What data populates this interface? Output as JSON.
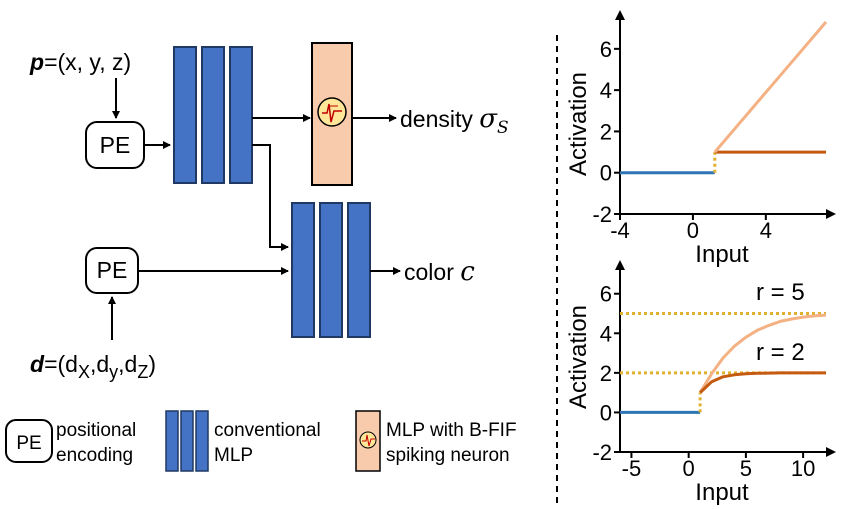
{
  "diagram": {
    "input_p": {
      "var": "p",
      "rest": "=(x, y, z)"
    },
    "input_d": {
      "var": "d",
      "rest": "=(d",
      "sub_x": "X",
      "comma1": ",d",
      "sub_y": "y",
      "comma2": ",d",
      "sub_z": "Z",
      "close": ")"
    },
    "pe_label": "PE",
    "output_density": {
      "text": "density ",
      "symbol": "σ",
      "sub": "S"
    },
    "output_color": {
      "text": "color ",
      "symbol": "c"
    }
  },
  "legend": {
    "pe_box": "PE",
    "pe_text_line1": "positional",
    "pe_text_line2": "encoding",
    "mlp_text_line1": "conventional",
    "mlp_text_line2": "MLP",
    "bfif_text_line1": "MLP with B-FIF",
    "bfif_text_line2": "spiking neuron"
  },
  "colors": {
    "mlp_blue": "#4472c4",
    "bfif_fill": "#f8cbad",
    "neuron_yellow": "#ffe699",
    "blue_line": "#2e75b6",
    "dark_orange": "#c55a11",
    "light_orange": "#f4b183",
    "dotted_gold": "#e0b030"
  },
  "chart_data": [
    {
      "type": "line",
      "xlabel": "Input",
      "ylabel": "Activation",
      "xlim": [
        -4,
        7.3
      ],
      "ylim": [
        -2,
        7.3
      ],
      "xticks": [
        "-4",
        "0",
        "4"
      ],
      "yticks": [
        "-2",
        "0",
        "2",
        "4",
        "6"
      ],
      "series": [
        {
          "color": "#2e75b6",
          "x": [
            -4,
            1.2
          ],
          "y": [
            0,
            0
          ]
        },
        {
          "color": "#e0b030",
          "dotted": true,
          "x": [
            1.2,
            1.2
          ],
          "y": [
            0,
            1
          ]
        },
        {
          "color": "#c55a11",
          "x": [
            1.2,
            7.3
          ],
          "y": [
            1,
            1
          ]
        },
        {
          "color": "#f4b183",
          "x": [
            1.2,
            7.3
          ],
          "y": [
            1,
            7.3
          ]
        }
      ]
    },
    {
      "type": "line",
      "xlabel": "Input",
      "ylabel": "Activation",
      "xlim": [
        -6,
        12
      ],
      "ylim": [
        -2,
        7.3
      ],
      "xticks": [
        "-5",
        "0",
        "5",
        "10"
      ],
      "yticks": [
        "-2",
        "0",
        "2",
        "4",
        "6"
      ],
      "annotations": [
        "r = 5",
        "r = 2"
      ],
      "series": [
        {
          "color": "#2e75b6",
          "x": [
            -6,
            1
          ],
          "y": [
            0,
            0
          ]
        },
        {
          "color": "#e0b030",
          "dotted": true,
          "x": [
            1,
            1
          ],
          "y": [
            0,
            1
          ]
        },
        {
          "color": "#e0b030",
          "dotted": true,
          "x": [
            -6,
            12
          ],
          "y": [
            5,
            5
          ]
        },
        {
          "color": "#e0b030",
          "dotted": true,
          "x": [
            -6,
            12
          ],
          "y": [
            2,
            2
          ]
        },
        {
          "color": "#f4b183",
          "x": [
            1,
            2,
            3,
            4,
            5,
            6,
            7,
            8,
            9,
            10,
            11,
            12
          ],
          "y": [
            1,
            1.95,
            2.75,
            3.35,
            3.8,
            4.15,
            4.4,
            4.6,
            4.72,
            4.82,
            4.88,
            4.92
          ]
        },
        {
          "color": "#c55a11",
          "x": [
            1,
            2,
            3,
            4,
            5,
            6,
            7,
            8,
            9,
            10,
            11,
            12
          ],
          "y": [
            1,
            1.55,
            1.8,
            1.9,
            1.96,
            1.98,
            1.99,
            2,
            2,
            2,
            2,
            2
          ]
        }
      ]
    }
  ]
}
